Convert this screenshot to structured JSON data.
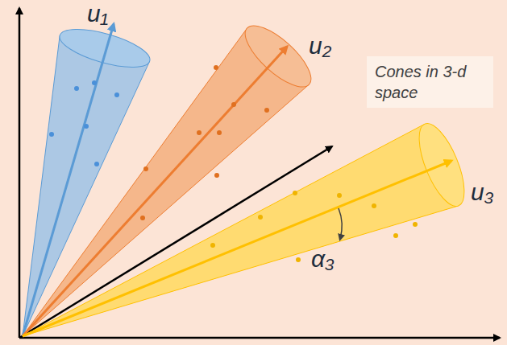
{
  "diagram": {
    "nodes": [
      {
        "text": [
          "Cones in 3-d space"
        ]
      }
    ],
    "labels": [
      "u₁",
      "u₂",
      "u₃",
      "α₃"
    ]
  }
}
